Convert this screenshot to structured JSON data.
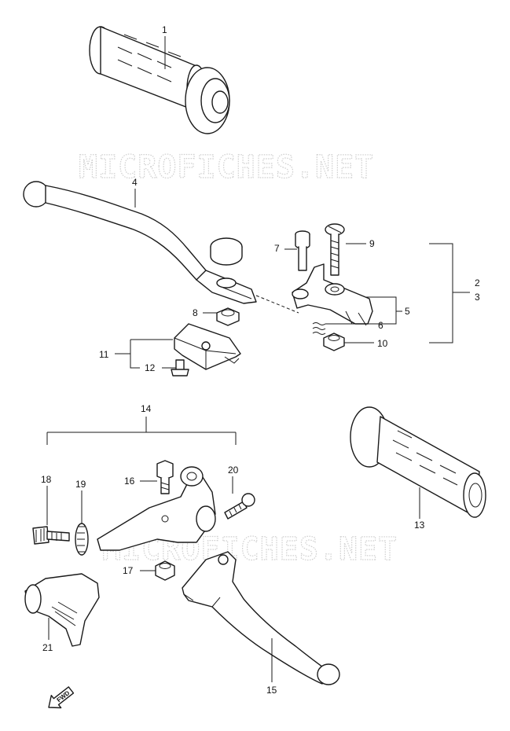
{
  "watermark": "MICROFICHES.NET",
  "fwd_label": "FWD",
  "callouts": {
    "c1": "1",
    "c2": "2",
    "c3": "3",
    "c4": "4",
    "c5": "5",
    "c6": "6",
    "c7": "7",
    "c8": "8",
    "c9": "9",
    "c10": "10",
    "c11": "11",
    "c12": "12",
    "c13": "13",
    "c14": "14",
    "c15": "15",
    "c16": "16",
    "c17": "17",
    "c18": "18",
    "c19": "19",
    "c20": "20",
    "c21": "21"
  },
  "colors": {
    "ink": "#1a1a1a",
    "watermark": "#cfcfcf",
    "background": "#ffffff"
  }
}
